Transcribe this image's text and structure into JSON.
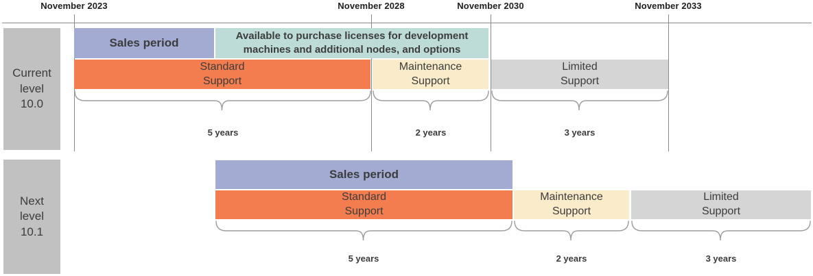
{
  "colors": {
    "purple": "#a3abd3",
    "teal": "#bddcd8",
    "orange": "#f47d4f",
    "cream": "#faecca",
    "gray_bar": "#d5d5d5",
    "gray_label": "#c1c1c1",
    "line": "#8a8a8a",
    "brace": "#9c9c9c",
    "text": "#3c3c3c",
    "date_text": "#1e1e1e"
  },
  "axis": {
    "dates": [
      {
        "label": "November 2023"
      },
      {
        "label": "November 2028"
      },
      {
        "label": "November 2030"
      },
      {
        "label": "November 2033"
      }
    ]
  },
  "current": {
    "row_label": "Current\nlevel\n10.0",
    "sales_label": "Sales period",
    "available_label": "Available to purchase licenses for development\nmachines and additional nodes, and options",
    "standard_label": "Standard\nSupport",
    "maintenance_label": "Maintenance\nSupport",
    "limited_label": "Limited\nSupport",
    "durations": {
      "standard": "5 years",
      "maintenance": "2 years",
      "limited": "3 years"
    }
  },
  "next": {
    "row_label": "Next\nlevel\n10.1",
    "sales_label": "Sales period",
    "standard_label": "Standard\nSupport",
    "maintenance_label": "Maintenance\nSupport",
    "limited_label": "Limited\nSupport",
    "durations": {
      "standard": "5 years",
      "maintenance": "2 years",
      "limited": "3 years"
    }
  }
}
